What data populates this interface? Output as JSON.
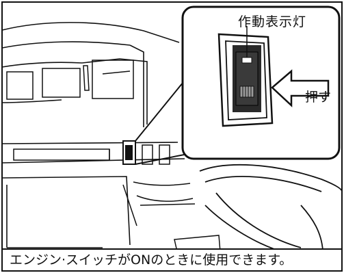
{
  "labels": {
    "indicator_light": "作動表示灯",
    "push": "押す",
    "caption": "エンジン·スイッチがONのときに使用できます。"
  },
  "colors": {
    "ink": "#111111",
    "paper": "#ffffff",
    "switch_body": "#2a2a2a",
    "grille_gray": "#9a9a9a"
  },
  "icons": {
    "push_arrow": "left-arrow-outline",
    "switch": "rocker-switch"
  }
}
